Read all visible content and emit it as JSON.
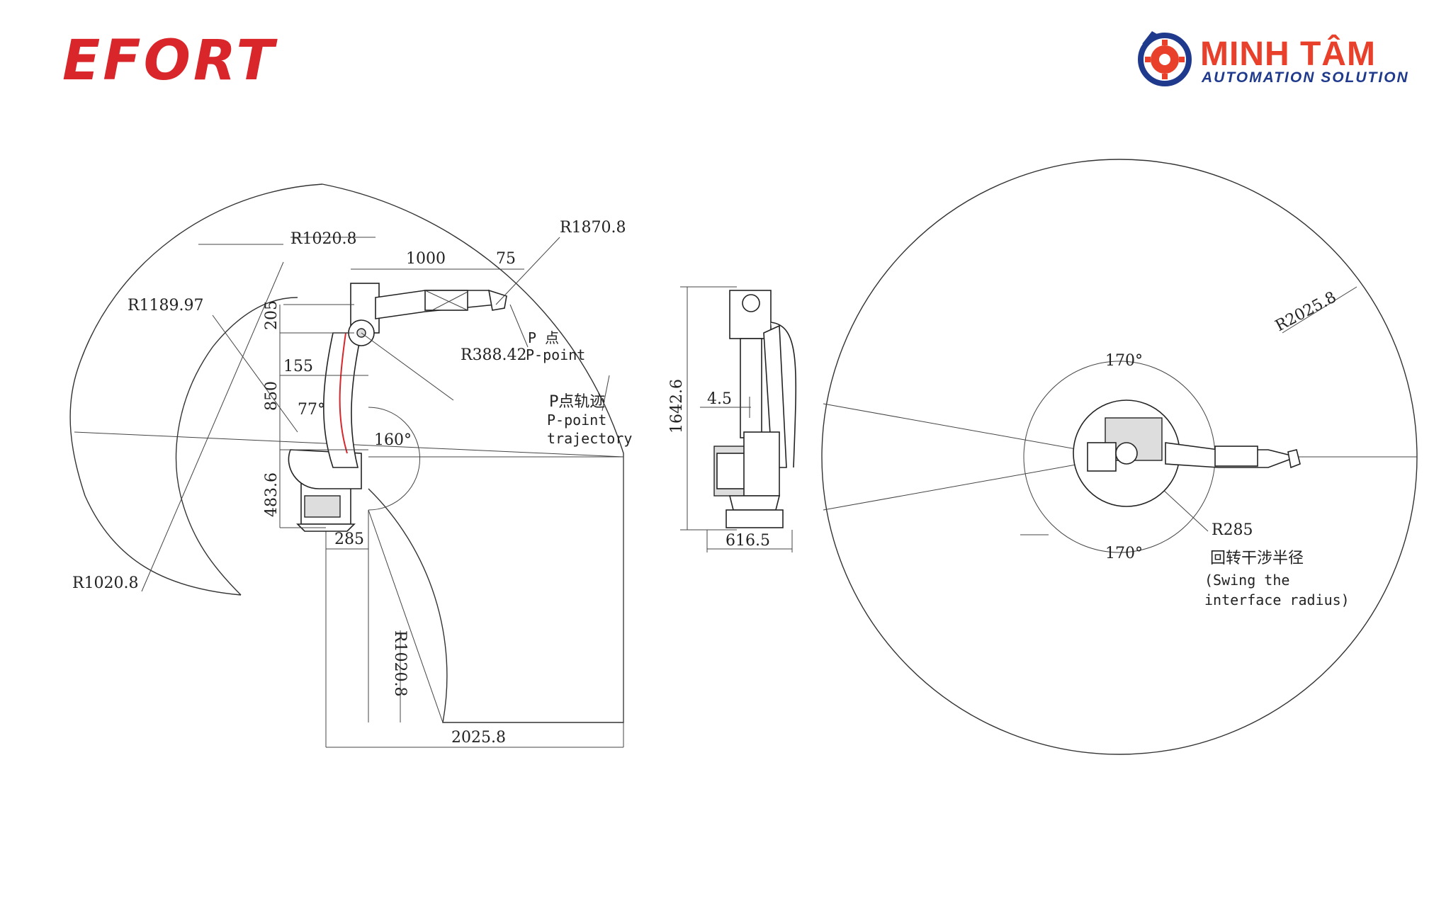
{
  "header": {
    "left_logo_text": "EFORT",
    "right_logo_title": "MINH TÂM",
    "right_logo_subtitle": "AUTOMATION SOLUTION",
    "colors": {
      "efort_red": "#d9262b",
      "minhtam_orange": "#e8402a",
      "minhtam_blue": "#1f3a8c"
    }
  },
  "side_view": {
    "dimensions": {
      "r_top": "R1870.8",
      "r_upper": "R1020.8",
      "r_inner": "R1189.97",
      "r_lower_left": "R1020.8",
      "r_bottom": "R1020.8",
      "r_small": "R388.42",
      "arm_length": "1000",
      "wrist_offset": "75",
      "height_205": "205",
      "offset_155": "155",
      "height_850": "850",
      "base_height": "483.6",
      "base_offset": "285",
      "total_reach": "2025.8",
      "angle_77": "77°",
      "angle_160": "160°"
    },
    "labels": {
      "p_point_cn": "P 点",
      "p_point_en": "P-point",
      "trajectory_cn": "P点轨迹",
      "trajectory_en_1": "P-point",
      "trajectory_en_2": "trajectory"
    }
  },
  "front_view": {
    "dimensions": {
      "total_height": "1642.6",
      "offset": "4.5",
      "width": "616.5"
    }
  },
  "top_view": {
    "dimensions": {
      "reach_radius": "R2025.8",
      "angle_top": "170°",
      "angle_bottom": "170°",
      "swing_radius": "R285"
    },
    "labels": {
      "swing_cn": "回转干涉半径",
      "swing_en_1": "(Swing the",
      "swing_en_2": "interface radius)"
    }
  }
}
